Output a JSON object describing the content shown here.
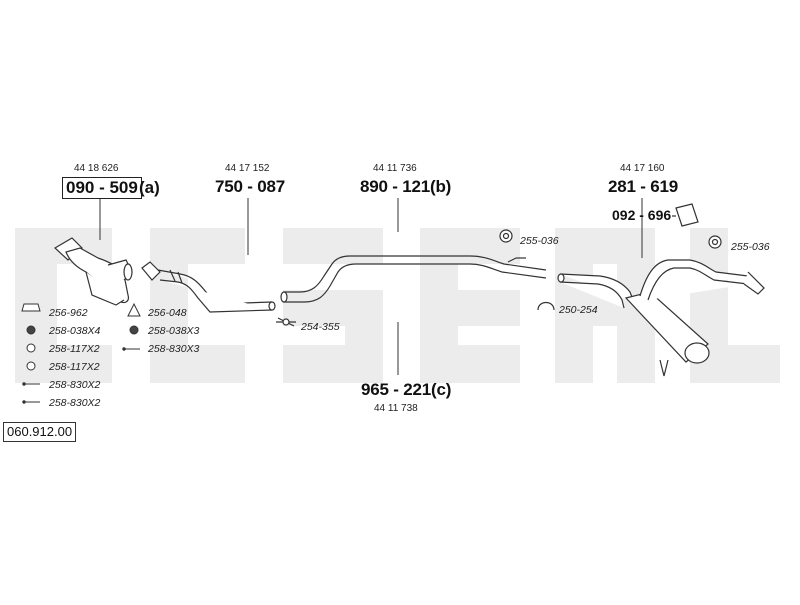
{
  "diagram_number": "060.912.00",
  "parts": {
    "p1": {
      "ref": "44 18 626",
      "code": "090 - 509",
      "suffix": "(a)"
    },
    "p2": {
      "ref": "44 17 152",
      "code": "750 - 087"
    },
    "p3": {
      "ref": "44 11 736",
      "code": "890 - 121(b)"
    },
    "p4": {
      "ref": "44 17 160",
      "code": "281 - 619"
    },
    "p5": {
      "code": "092 - 696"
    },
    "p6": {
      "code": "965 - 221(c)",
      "ref": "44 11 738"
    }
  },
  "accessories_left": [
    "256-962",
    "258-038X4",
    "258-117X2",
    "258-117X2",
    "258-830X2",
    "258-830X2"
  ],
  "accessories_mid": [
    "256-048",
    "258-038X3",
    "258-830X3"
  ],
  "clamps": {
    "c1": "254-355",
    "c2": "255-036",
    "c3": "250-254",
    "c4": "255-036"
  },
  "colors": {
    "line": "#333333",
    "watermark": "#ececec"
  }
}
